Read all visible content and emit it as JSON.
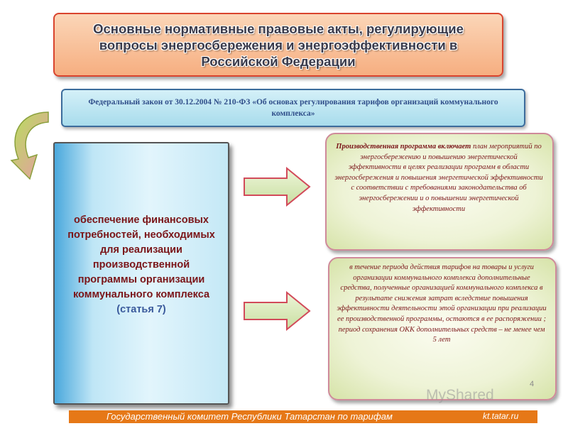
{
  "title": "Основные нормативные правовые акты, регулирующие вопросы энергосбережения и энергоэффективности в Российской Федерации",
  "law": "Федеральный закон от 30.12.2004 № 210-ФЗ «Об основах регулирования тарифов организаций коммунального комплекса»",
  "main": {
    "text": "обеспечение финансовых потребностей, необходимых для реализации производственной программы организации коммунального комплекса",
    "ref": "(статья 7)"
  },
  "program": {
    "lead": "Производственная программа включает",
    "body": "план мероприятий по энергосбережению и повышению энергетической эффективности в целях реализации программ в области энергосбережения и повышения энергетической эффективности с соответствии с требованиями законодательства об энергосбережении и о повышении энергетической эффективности"
  },
  "period": {
    "text": "в течение периода действия тарифов на товары и услуги организации коммунального комплекса дополнительные средства, полученные организацией коммунального комплекса в результате снижения затрат вследствие повышения эффективности деятельности этой организации при реализации ее производственной программы, остаются в ее распоряжении ;",
    "text2": "период сохранения ОКК дополнительных средств – не менее чем 5 лет"
  },
  "footer": {
    "left": "Государственный комитет Республики Татарстан по тарифам",
    "right": "kt.tatar.ru"
  },
  "page_number": "4",
  "watermark": "MyShared",
  "colors": {
    "title_bg": "#f6ae80",
    "law_bg": "#a8dcec",
    "main_bg": "#4aa8dc",
    "green_bg": "#eef3d6",
    "footer_bg": "#e67817",
    "text_red": "#7a1518"
  },
  "icons": [
    "curved-arrow-icon",
    "right-arrow-icon",
    "right-arrow-icon"
  ]
}
